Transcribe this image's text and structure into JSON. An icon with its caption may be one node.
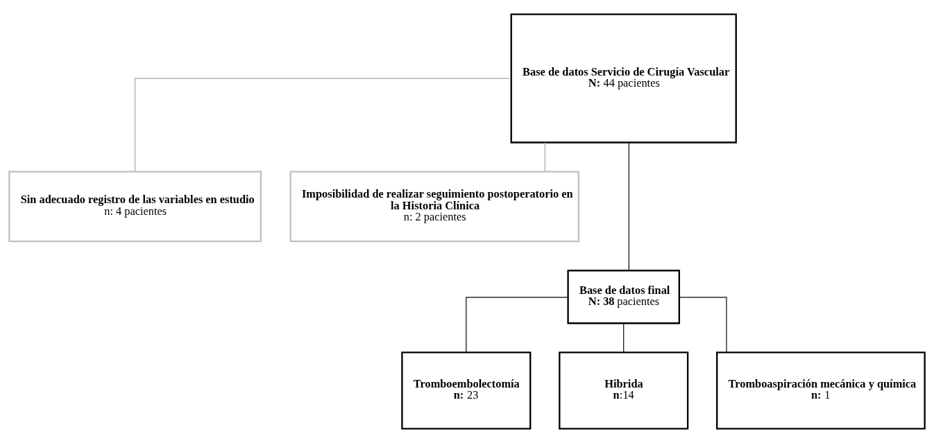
{
  "diagram": {
    "nodes": [
      {
        "text": [
          "Base de datos Servicio de Cirugía Vascular",
          "**N:** 44 pacientes"
        ]
      },
      {
        "text": [
          "Sin adecuado registro de las variables en estudio",
          "n: 4 pacientes"
        ]
      },
      {
        "text": [
          "Imposibilidad de realizar seguimiento postoperatorio en la Historia Clínica",
          "n: 2 pacientes"
        ]
      },
      {
        "text": [
          "Base de datos final",
          "**N: 38** pacientes"
        ]
      },
      {
        "text": [
          "Tromboembolectomía",
          "**n:** 23"
        ]
      },
      {
        "text": [
          "Hibrida",
          "**n**:14"
        ]
      },
      {
        "text": [
          "Tromboaspiración mecánica y química",
          "**n:** 1"
        ]
      }
    ],
    "edges": [
      {
        "from": 0,
        "to": 3,
        "arrow": "none"
      },
      {
        "from": 0,
        "to": 1,
        "arrow": "none",
        "color": "#a6a6a6"
      },
      {
        "from": 0,
        "to": 2,
        "arrow": "none",
        "color": "#a6a6a6"
      },
      {
        "from": 3,
        "to": 4,
        "arrow": "none"
      },
      {
        "from": 3,
        "to": 5,
        "arrow": "none"
      },
      {
        "from": 3,
        "to": 6,
        "arrow": "none"
      }
    ]
  }
}
